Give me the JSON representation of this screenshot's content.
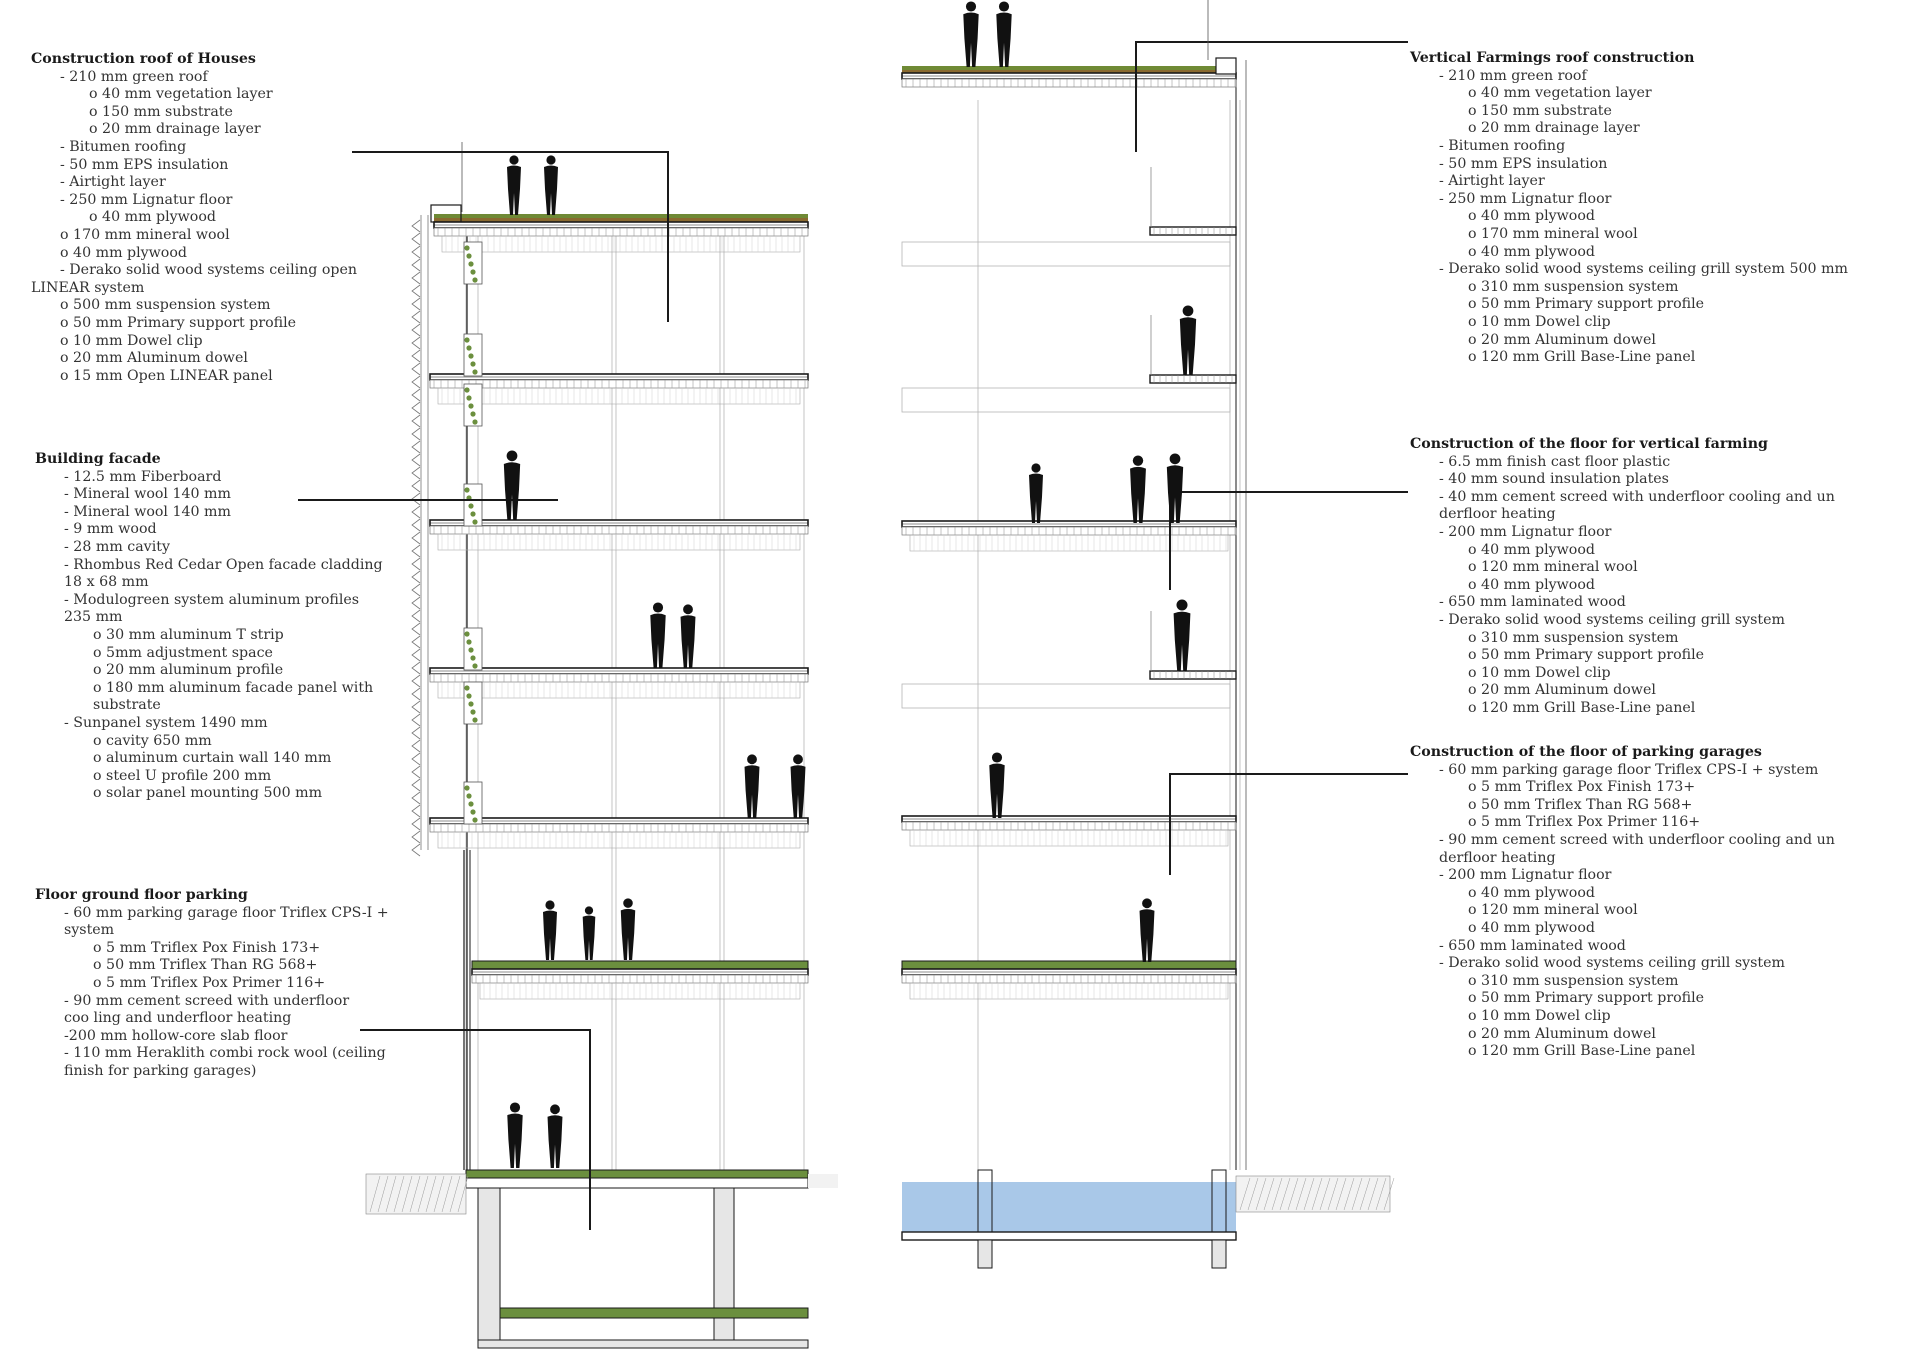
{
  "notes": {
    "roof_houses": {
      "title": "Construction roof of Houses",
      "lines": [
        {
          "t": "- 210 mm green roof",
          "l": 1
        },
        {
          "t": "o 40 mm vegetation layer",
          "l": 2
        },
        {
          "t": "o 150 mm substrate",
          "l": 2
        },
        {
          "t": "o 20 mm drainage layer",
          "l": 2
        },
        {
          "t": "- Bitumen roofing",
          "l": 1
        },
        {
          "t": "- 50 mm EPS insulation",
          "l": 1
        },
        {
          "t": "- Airtight layer",
          "l": 1
        },
        {
          "t": "- 250 mm Lignatur floor",
          "l": 1
        },
        {
          "t": "o 40 mm plywood",
          "l": 2
        },
        {
          "t": "o 170 mm mineral wool",
          "l": 1
        },
        {
          "t": "o 40 mm plywood",
          "l": 1
        },
        {
          "t": "- Derako solid wood systems ceiling open",
          "l": 1
        },
        {
          "t": "LINEAR system",
          "l": 0
        },
        {
          "t": "o 500 mm suspension system",
          "l": 1
        },
        {
          "t": "o 50 mm Primary support profile",
          "l": 1
        },
        {
          "t": "o 10 mm Dowel clip",
          "l": 1
        },
        {
          "t": "o 20 mm Aluminum dowel",
          "l": 1
        },
        {
          "t": "o 15 mm Open LINEAR panel",
          "l": 1
        }
      ]
    },
    "facade": {
      "title": "Building facade",
      "lines": [
        {
          "t": "- 12.5 mm Fiberboard",
          "l": 1
        },
        {
          "t": "- Mineral wool 140 mm",
          "l": 1
        },
        {
          "t": "- Mineral wool 140 mm",
          "l": 1
        },
        {
          "t": "- 9 mm wood",
          "l": 1
        },
        {
          "t": "- 28 mm cavity",
          "l": 1
        },
        {
          "t": "- Rhombus Red Cedar Open facade cladding",
          "l": 1
        },
        {
          "t": "18 x 68 mm",
          "l": 1
        },
        {
          "t": "- Modulogreen system aluminum profiles",
          "l": 1
        },
        {
          "t": "235 mm",
          "l": 1
        },
        {
          "t": "o 30 mm aluminum T strip",
          "l": 2
        },
        {
          "t": "o 5mm adjustment space",
          "l": 2
        },
        {
          "t": "o 20 mm aluminum profile",
          "l": 2
        },
        {
          "t": "o 180 mm aluminum facade panel with",
          "l": 2
        },
        {
          "t": "substrate",
          "l": 2
        },
        {
          "t": "- Sunpanel system 1490 mm",
          "l": 1
        },
        {
          "t": "o cavity 650 mm",
          "l": 2
        },
        {
          "t": "o aluminum curtain wall 140 mm",
          "l": 2
        },
        {
          "t": "o steel U profile 200 mm",
          "l": 2
        },
        {
          "t": "o solar panel mounting 500 mm",
          "l": 2
        }
      ]
    },
    "ground_parking": {
      "title": "Floor ground floor parking",
      "lines": [
        {
          "t": "- 60 mm parking garage floor Triflex CPS-I +",
          "l": 1
        },
        {
          "t": "system",
          "l": 1
        },
        {
          "t": "o 5 mm Triflex Pox Finish 173+",
          "l": 2
        },
        {
          "t": "o 50 mm Triflex Than RG 568+",
          "l": 2
        },
        {
          "t": "o 5 mm Triflex Pox Primer 116+",
          "l": 2
        },
        {
          "t": "- 90 mm cement screed with underfloor",
          "l": 1
        },
        {
          "t": "coo ling and underfloor heating",
          "l": 1
        },
        {
          "t": "-200 mm hollow-core slab floor",
          "l": 1
        },
        {
          "t": "- 110 mm Heraklith combi rock wool (ceiling",
          "l": 1
        },
        {
          "t": "finish for parking garages)",
          "l": 1
        }
      ]
    },
    "vf_roof": {
      "title": "Vertical Farmings roof construction",
      "lines": [
        {
          "t": "- 210 mm green roof",
          "l": 1
        },
        {
          "t": "o 40 mm vegetation layer",
          "l": 2
        },
        {
          "t": "o 150 mm substrate",
          "l": 2
        },
        {
          "t": "o 20 mm drainage layer",
          "l": 2
        },
        {
          "t": "- Bitumen roofing",
          "l": 1
        },
        {
          "t": "- 50 mm EPS insulation",
          "l": 1
        },
        {
          "t": "- Airtight layer",
          "l": 1
        },
        {
          "t": "- 250 mm Lignatur floor",
          "l": 1
        },
        {
          "t": "o 40 mm plywood",
          "l": 2
        },
        {
          "t": "o 170 mm mineral wool",
          "l": 2
        },
        {
          "t": "o 40 mm plywood",
          "l": 2
        },
        {
          "t": "- Derako solid wood systems ceiling grill system 500 mm",
          "l": 1
        },
        {
          "t": "o 310 mm suspension system",
          "l": 2
        },
        {
          "t": "o 50 mm Primary support profile",
          "l": 2
        },
        {
          "t": "o 10 mm Dowel clip",
          "l": 2
        },
        {
          "t": "o 20 mm Aluminum dowel",
          "l": 2
        },
        {
          "t": "o 120 mm Grill Base-Line panel",
          "l": 2
        }
      ]
    },
    "vf_floor": {
      "title": "Construction of the floor for vertical farming",
      "lines": [
        {
          "t": "- 6.5 mm finish cast floor plastic",
          "l": 1
        },
        {
          "t": "- 40 mm sound insulation plates",
          "l": 1
        },
        {
          "t": "- 40 mm cement screed with underfloor cooling and un",
          "l": 1
        },
        {
          "t": "derfloor heating",
          "l": 1
        },
        {
          "t": "- 200 mm Lignatur floor",
          "l": 1
        },
        {
          "t": "o 40 mm plywood",
          "l": 2
        },
        {
          "t": "o 120 mm mineral wool",
          "l": 2
        },
        {
          "t": "o 40 mm plywood",
          "l": 2
        },
        {
          "t": "- 650 mm laminated wood",
          "l": 1
        },
        {
          "t": "- Derako solid wood systems ceiling grill system",
          "l": 1
        },
        {
          "t": "o 310 mm suspension system",
          "l": 2
        },
        {
          "t": "o 50 mm Primary support profile",
          "l": 2
        },
        {
          "t": "o 10 mm Dowel clip",
          "l": 2
        },
        {
          "t": "o 20 mm Aluminum dowel",
          "l": 2
        },
        {
          "t": "o 120 mm Grill Base-Line panel",
          "l": 2
        }
      ]
    },
    "parking_floor": {
      "title": "Construction of the floor of parking garages",
      "lines": [
        {
          "t": "- 60 mm parking garage floor Triflex CPS-I + system",
          "l": 1
        },
        {
          "t": "o 5 mm Triflex Pox Finish 173+",
          "l": 2
        },
        {
          "t": "o 50 mm Triflex Than RG 568+",
          "l": 2
        },
        {
          "t": "o 5 mm Triflex Pox Primer 116+",
          "l": 2
        },
        {
          "t": "- 90 mm cement screed with underfloor cooling and un",
          "l": 1
        },
        {
          "t": "derfloor heating",
          "l": 1
        },
        {
          "t": "- 200 mm Lignatur floor",
          "l": 1
        },
        {
          "t": "o 40 mm plywood",
          "l": 2
        },
        {
          "t": "o 120 mm mineral wool",
          "l": 2
        },
        {
          "t": "o 40 mm plywood",
          "l": 2
        },
        {
          "t": "- 650 mm laminated wood",
          "l": 1
        },
        {
          "t": "- Derako solid wood systems ceiling grill system",
          "l": 1
        },
        {
          "t": "o 310 mm suspension system",
          "l": 2
        },
        {
          "t": "o 50 mm Primary support profile",
          "l": 2
        },
        {
          "t": "o 10 mm Dowel clip",
          "l": 2
        },
        {
          "t": "o 20 mm Aluminum dowel",
          "l": 2
        },
        {
          "t": "o 120 mm Grill Base-Line panel",
          "l": 2
        }
      ]
    }
  },
  "colors": {
    "line": "#1a1a1a",
    "grey_line": "#b5b5b5",
    "concrete": "#e6e6e6",
    "green_roof": "#6f8a35",
    "soil": "#8a6a30",
    "plants": "#6b8f3e",
    "water": "#a9c8e8",
    "silhouette": "#111111"
  }
}
